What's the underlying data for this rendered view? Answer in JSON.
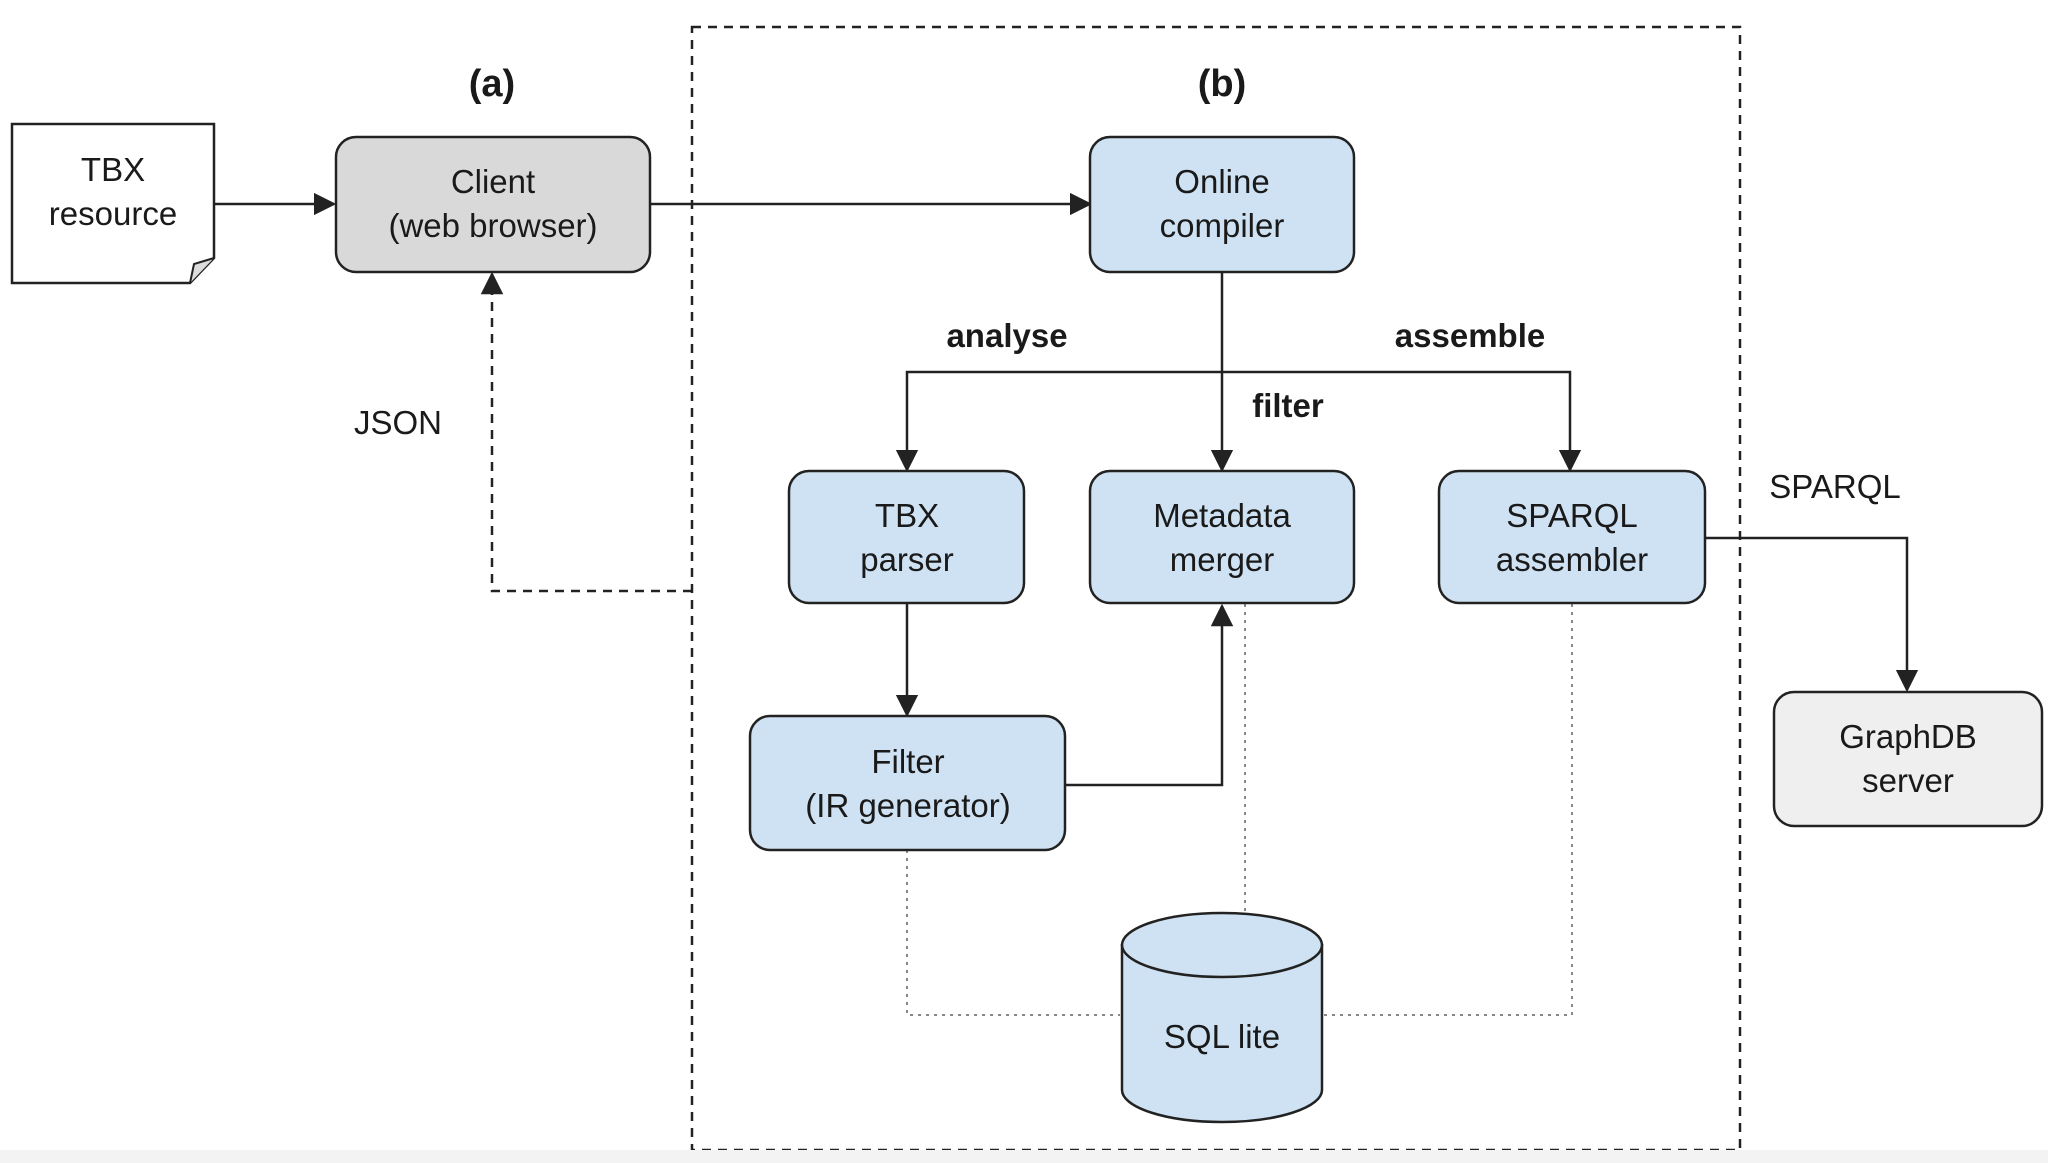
{
  "section_labels": {
    "a": "(a)",
    "b": "(b)"
  },
  "nodes": {
    "tbx_resource": [
      "TBX",
      "resource"
    ],
    "client": [
      "Client",
      "(web browser)"
    ],
    "online_compiler": [
      "Online",
      "compiler"
    ],
    "tbx_parser": [
      "TBX",
      "parser"
    ],
    "metadata_merger": [
      "Metadata",
      "merger"
    ],
    "sparql_assembler": [
      "SPARQL",
      "assembler"
    ],
    "filter": [
      "Filter",
      "(IR generator)"
    ],
    "sql_lite": "SQL lite",
    "graphdb_server": [
      "GraphDB",
      "server"
    ]
  },
  "edge_labels": {
    "analyse": "analyse",
    "assemble": "assemble",
    "filter": "filter",
    "json": "JSON",
    "sparql": "SPARQL"
  },
  "colors": {
    "blue_fill": "#cfe2f3",
    "gray_fill": "#d9d9d9",
    "light_gray_fill": "#efefef",
    "stroke": "#222222"
  }
}
